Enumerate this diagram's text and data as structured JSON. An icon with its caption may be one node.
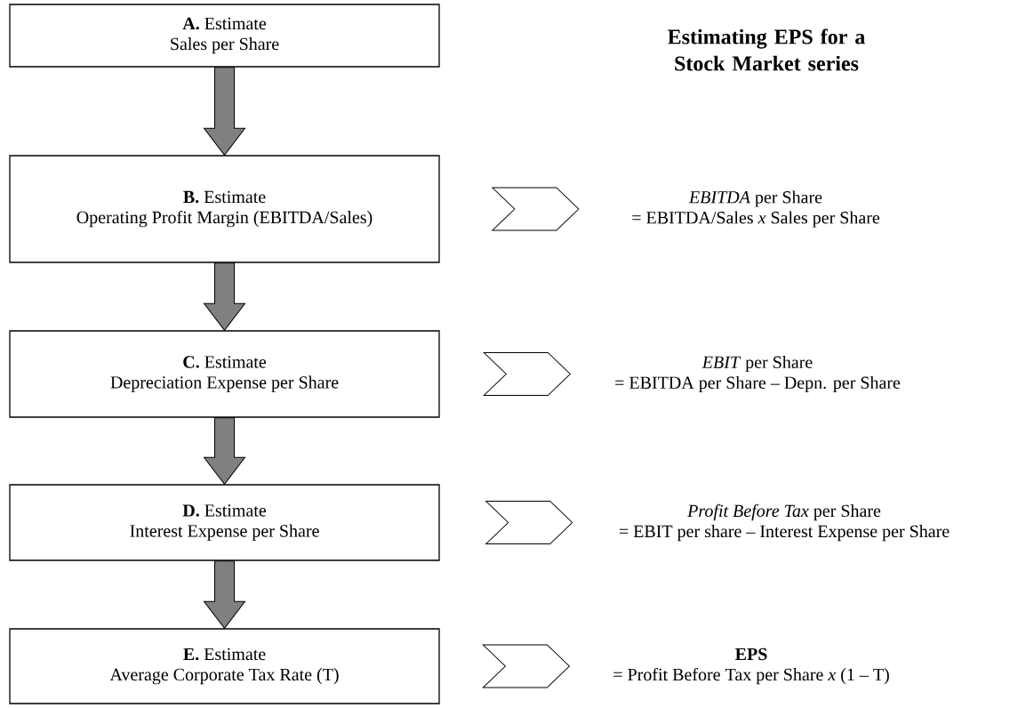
{
  "diagram": {
    "title": "Estimating EPS for a Stock Market series",
    "nodes": [
      {
        "text": [
          "**A.** Estimate",
          "Sales per Share"
        ]
      },
      {
        "text": [
          "**B.** Estimate",
          "Operating Profit Margin (EBITDA/Sales)"
        ]
      },
      {
        "text": [
          "**C.** Estimate",
          "Depreciation Expense per Share"
        ]
      },
      {
        "text": [
          "**D.** Estimate",
          "Interest Expense per Share"
        ]
      },
      {
        "text": [
          "**E.** Estimate",
          "Average Corporate Tax Rate (T)"
        ]
      },
      {
        "text": [
          "*EBITDA* per Share",
          "= EBITDA/Sales *x* Sales per Share"
        ]
      },
      {
        "text": [
          "*EBIT* per Share",
          "= EBITDA per Share – Depn. per Share"
        ]
      },
      {
        "text": [
          "*Profit Before Tax* per Share",
          "= EBIT per share – Interest Expense per Share"
        ]
      },
      {
        "text": [
          "**EPS**",
          "= Profit Before Tax per Share *x* (1 –  T)"
        ]
      }
    ],
    "edges": [
      {
        "from": 0,
        "to": 1,
        "arrow": "to"
      },
      {
        "from": 1,
        "to": 2,
        "arrow": "to"
      },
      {
        "from": 2,
        "to": 3,
        "arrow": "to"
      },
      {
        "from": 3,
        "to": 4,
        "arrow": "to"
      },
      {
        "from": 1,
        "to": 5,
        "arrow": "to"
      },
      {
        "from": 2,
        "to": 6,
        "arrow": "to"
      },
      {
        "from": 3,
        "to": 7,
        "arrow": "to"
      },
      {
        "from": 4,
        "to": 8,
        "arrow": "to"
      }
    ]
  }
}
